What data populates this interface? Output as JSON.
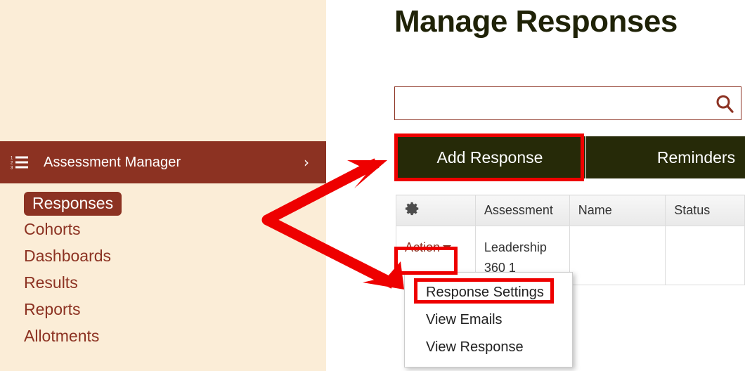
{
  "colors": {
    "sidebar_bg": "#fbedd7",
    "sidebar_header_bg": "#8c3222",
    "brand_brown": "#8c3222",
    "button_dark": "#262a08",
    "annotation_red": "#ee0000",
    "title_text": "#1f2207"
  },
  "sidebar": {
    "header": {
      "icon": "numbered-list-icon",
      "label": "Assessment Manager",
      "chevron": "chevron-right-icon"
    },
    "items": [
      {
        "label": "Responses",
        "active": true
      },
      {
        "label": "Cohorts",
        "active": false
      },
      {
        "label": "Dashboards",
        "active": false
      },
      {
        "label": "Results",
        "active": false
      },
      {
        "label": "Reports",
        "active": false
      },
      {
        "label": "Allotments",
        "active": false
      }
    ]
  },
  "main": {
    "title": "Manage Responses",
    "search": {
      "value": "",
      "placeholder": "",
      "icon": "search-icon"
    },
    "buttons": [
      {
        "label": "Add Response",
        "highlighted": true
      },
      {
        "label": "Reminders",
        "highlighted": false
      }
    ],
    "table": {
      "columns": [
        {
          "key": "gear",
          "label": "",
          "icon": "gear-icon"
        },
        {
          "key": "assessment",
          "label": "Assessment"
        },
        {
          "key": "name",
          "label": "Name"
        },
        {
          "key": "status",
          "label": "Status"
        }
      ],
      "rows": [
        {
          "action_label": "Action",
          "action_caret": "caret-down-icon",
          "assessment": "Leadership 360 1",
          "name": "",
          "status": ""
        }
      ]
    },
    "action_menu": {
      "items": [
        {
          "label": "Response Settings",
          "highlighted": true
        },
        {
          "label": "View Emails",
          "highlighted": false
        },
        {
          "label": "View Response",
          "highlighted": false
        }
      ]
    }
  },
  "annotations": {
    "arrow": {
      "type": "double-headed-arrow",
      "color": "#ee0000",
      "vertex": [
        378,
        310
      ],
      "head_top": [
        551,
        228
      ],
      "head_bottom": [
        575,
        412
      ]
    },
    "highlight_boxes": [
      {
        "target": "Add Response"
      },
      {
        "target": "Action"
      },
      {
        "target": "Response Settings"
      }
    ]
  }
}
